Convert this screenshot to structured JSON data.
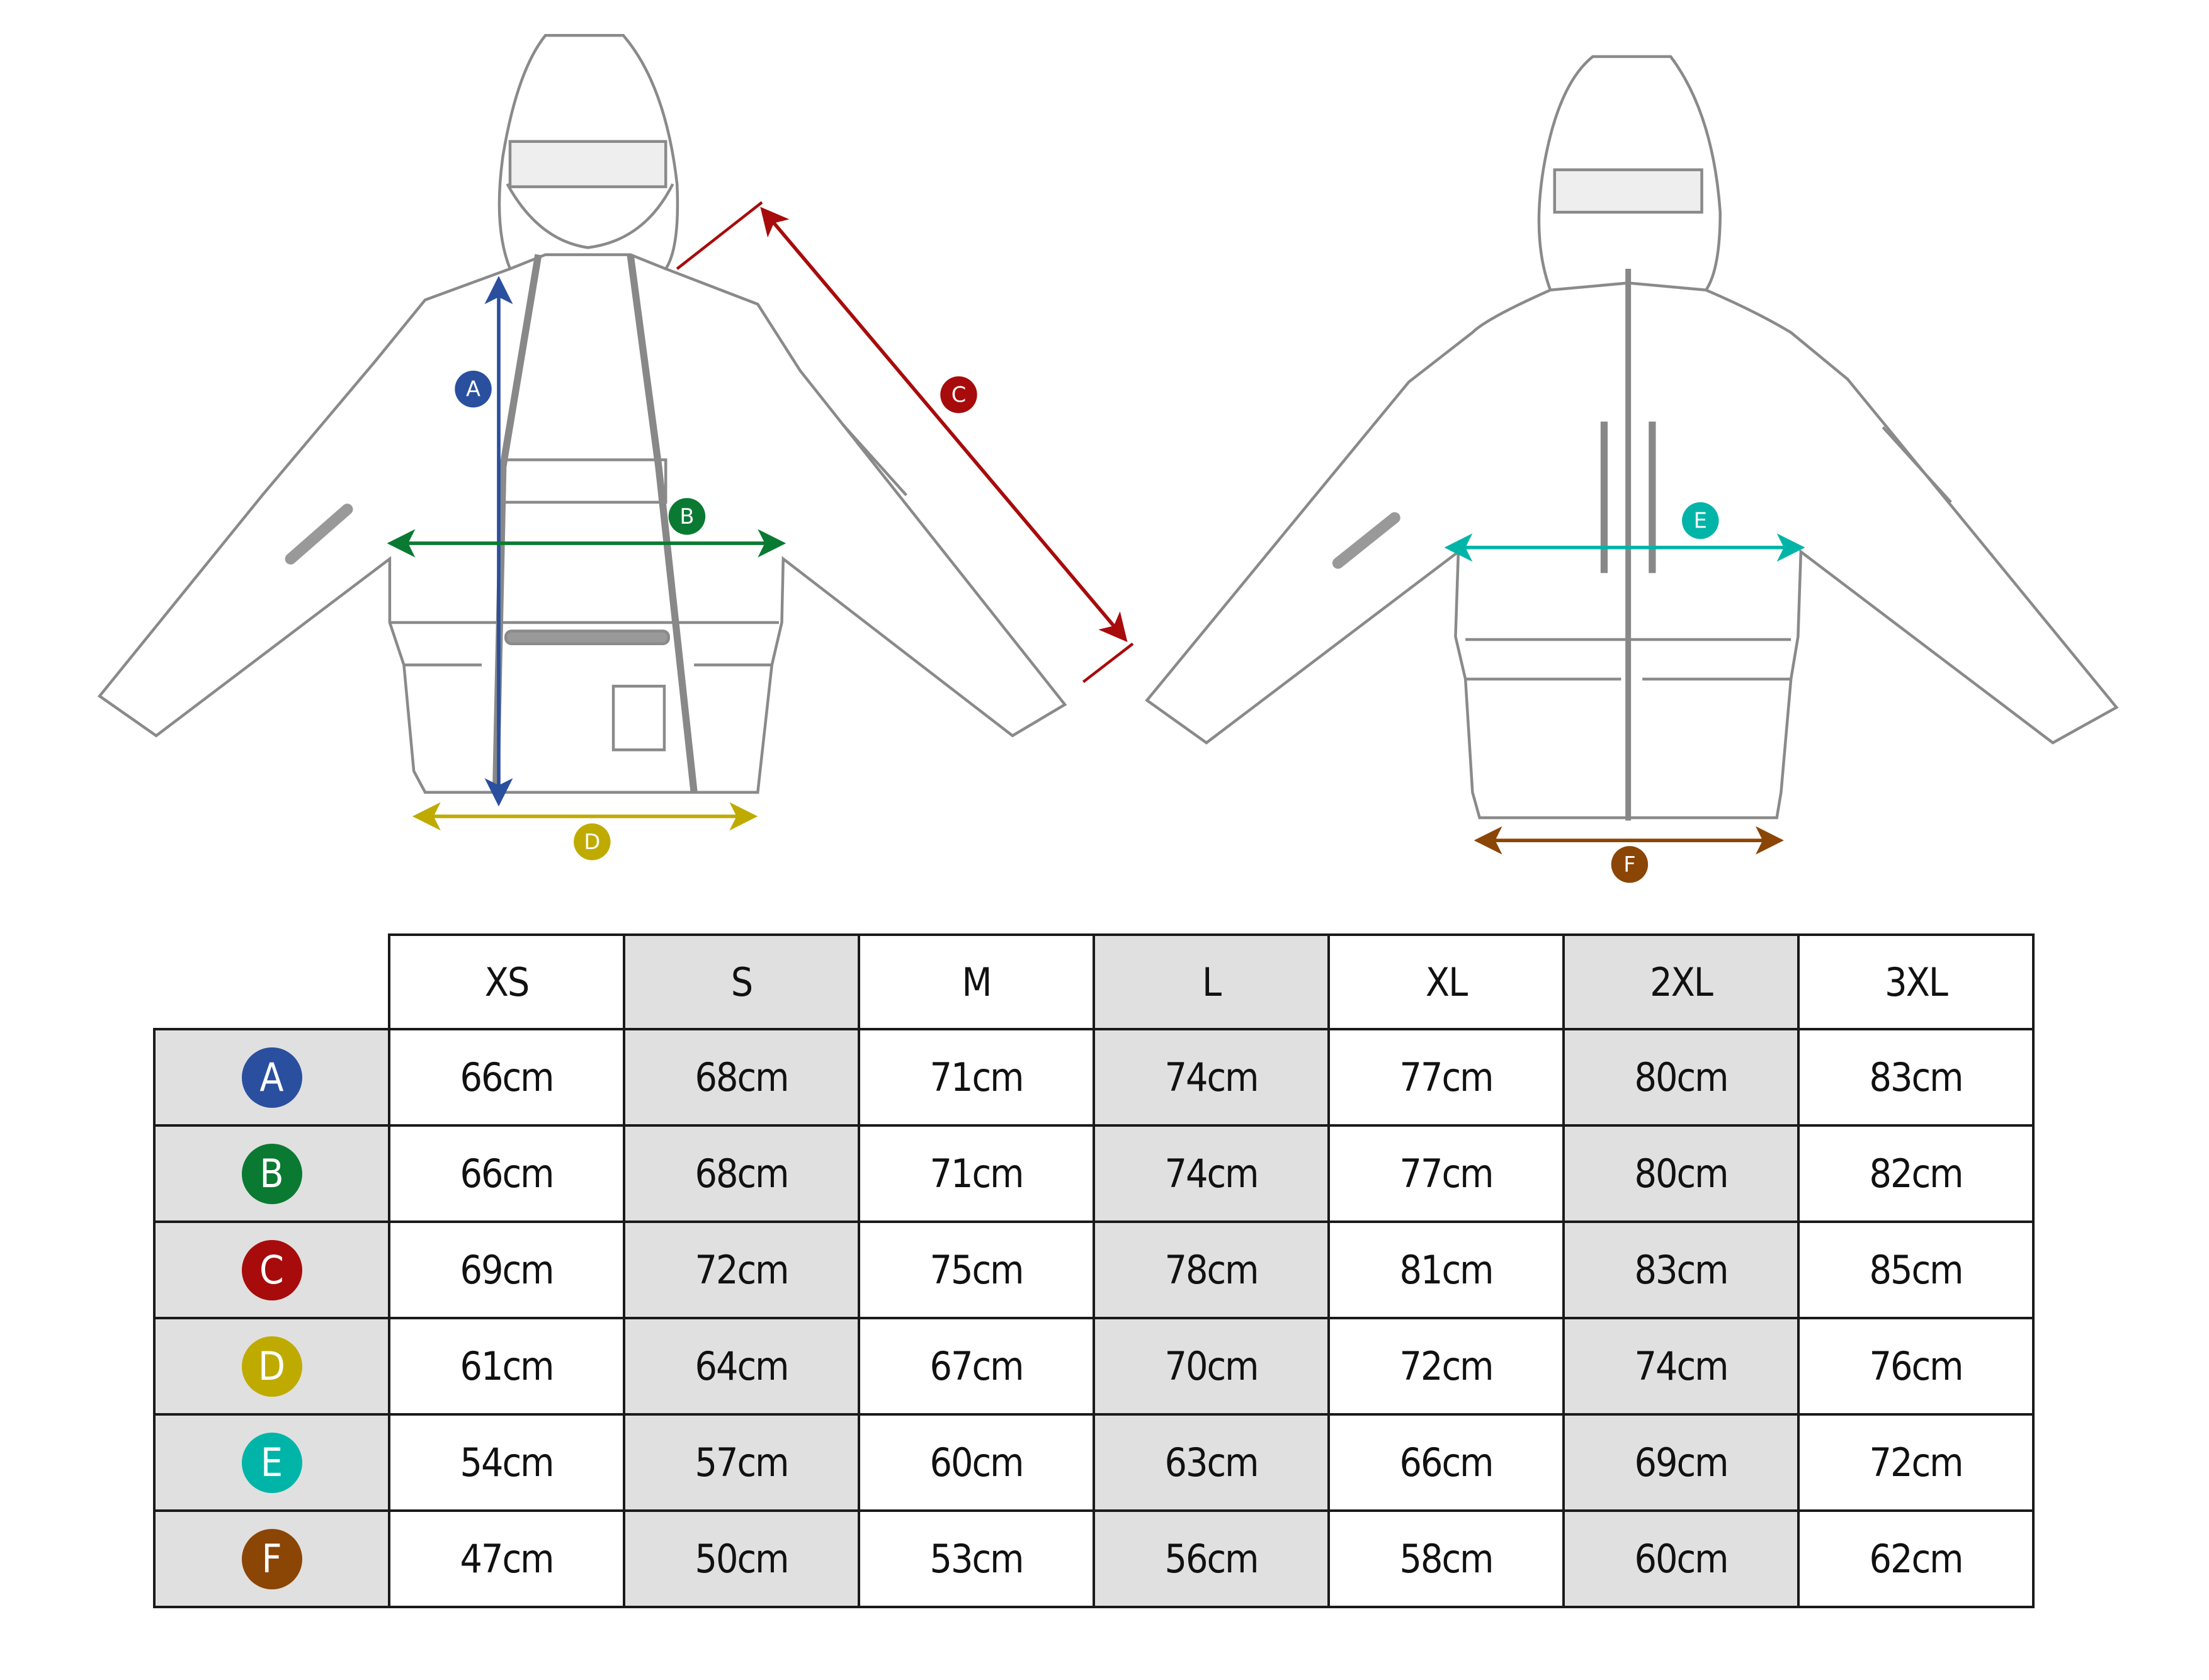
{
  "sizes": [
    "XS",
    "S",
    "M",
    "L",
    "XL",
    "2XL",
    "3XL"
  ],
  "measurements": [
    {
      "key": "A",
      "color": "#2a4f9f",
      "values": [
        "66cm",
        "68cm",
        "71cm",
        "74cm",
        "77cm",
        "80cm",
        "83cm"
      ]
    },
    {
      "key": "B",
      "color": "#0a7a32",
      "values": [
        "66cm",
        "68cm",
        "71cm",
        "74cm",
        "77cm",
        "80cm",
        "82cm"
      ]
    },
    {
      "key": "C",
      "color": "#a80b0b",
      "values": [
        "69cm",
        "72cm",
        "75cm",
        "78cm",
        "81cm",
        "83cm",
        "85cm"
      ]
    },
    {
      "key": "D",
      "color": "#bfab00",
      "values": [
        "61cm",
        "64cm",
        "67cm",
        "70cm",
        "72cm",
        "74cm",
        "76cm"
      ]
    },
    {
      "key": "E",
      "color": "#00b5a8",
      "values": [
        "54cm",
        "57cm",
        "60cm",
        "63cm",
        "66cm",
        "69cm",
        "72cm"
      ]
    },
    {
      "key": "F",
      "color": "#8b4505",
      "values": [
        "47cm",
        "50cm",
        "53cm",
        "56cm",
        "58cm",
        "60cm",
        "62cm"
      ]
    }
  ]
}
